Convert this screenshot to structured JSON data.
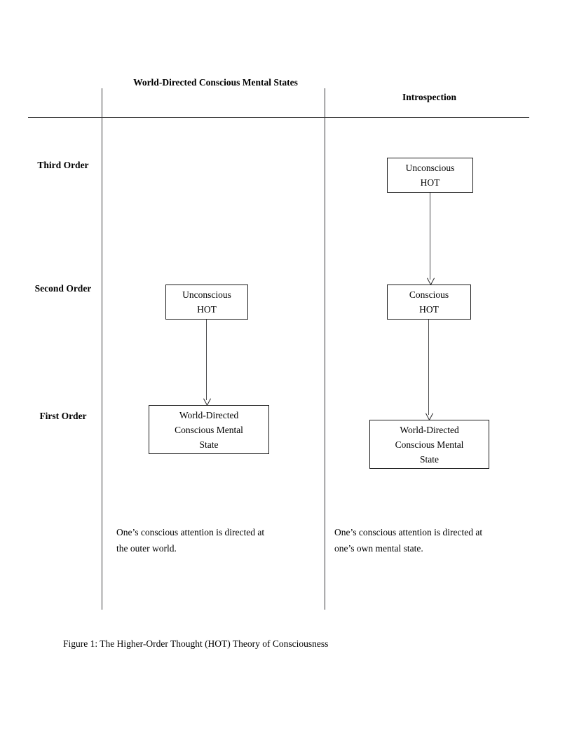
{
  "figure": {
    "caption": "Figure 1: The Higher-Order Thought (HOT) Theory of Consciousness"
  },
  "columns": {
    "left": {
      "header_line1": "World-Directed",
      "header_line2": "Conscious Mental States",
      "caption_line1": "One’s conscious attention is directed at",
      "caption_line2": "the outer world."
    },
    "right": {
      "header_line1": "Introspection",
      "caption_line1": "One’s conscious attention is directed at",
      "caption_line2": "one’s own mental state."
    }
  },
  "rows": {
    "third": {
      "line1": "Third",
      "line2": "Order"
    },
    "second": {
      "line1": "Second",
      "line2": "Order"
    },
    "first": {
      "line1": "First",
      "line2": "Order"
    }
  },
  "nodes": {
    "left_second_order": {
      "line1": "Unconscious",
      "line2": "HOT"
    },
    "left_first_order": {
      "line1": "World-Directed",
      "line2": "Conscious Mental",
      "line3": "State"
    },
    "right_third_order": {
      "line1": "Unconscious",
      "line2": "HOT"
    },
    "right_second_order": {
      "line1": "Conscious",
      "line2": "HOT"
    },
    "right_first_order": {
      "line1": "World-Directed",
      "line2": "Conscious Mental",
      "line3": "State"
    }
  },
  "colors": {
    "text": "#000000",
    "rule": "#222222",
    "divider": "#3a3a3c",
    "box_border": "#1b1b1b",
    "arrow": "#4a4a4c",
    "background": "#ffffff"
  }
}
